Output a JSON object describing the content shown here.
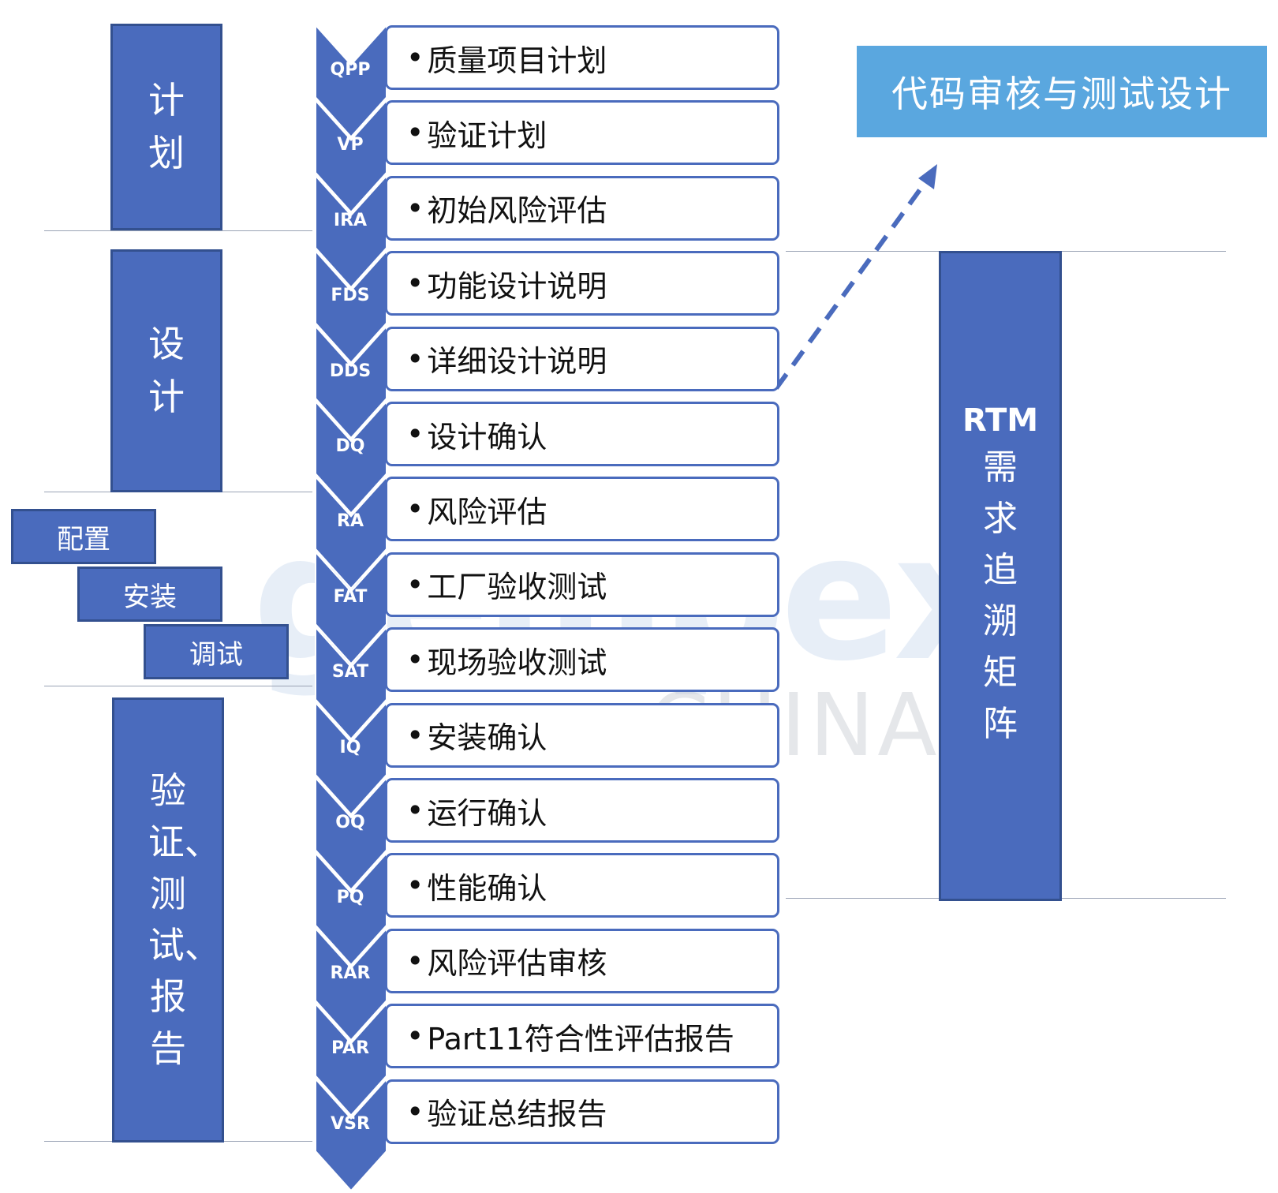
{
  "phases": [
    {
      "label": "计划"
    },
    {
      "label": "设计"
    },
    {
      "label": "验证、测试、报告"
    }
  ],
  "stages": [
    {
      "label": "配置"
    },
    {
      "label": "安装"
    },
    {
      "label": "调试"
    }
  ],
  "steps": [
    {
      "abbr": "QPP",
      "text": "质量项目计划"
    },
    {
      "abbr": "VP",
      "text": "验证计划"
    },
    {
      "abbr": "IRA",
      "text": "初始风险评估"
    },
    {
      "abbr": "FDS",
      "text": "功能设计说明"
    },
    {
      "abbr": "DDS",
      "text": "详细设计说明"
    },
    {
      "abbr": "DQ",
      "text": "设计确认"
    },
    {
      "abbr": "RA",
      "text": "风险评估"
    },
    {
      "abbr": "FAT",
      "text": "工厂验收测试"
    },
    {
      "abbr": "SAT",
      "text": "现场验收测试"
    },
    {
      "abbr": "IQ",
      "text": "安装确认"
    },
    {
      "abbr": "OQ",
      "text": "运行确认"
    },
    {
      "abbr": "PQ",
      "text": "性能确认"
    },
    {
      "abbr": "RAR",
      "text": "风险评估审核"
    },
    {
      "abbr": "PAR",
      "text": "Part11符合性评估报告"
    },
    {
      "abbr": "VSR",
      "text": "验证总结报告"
    }
  ],
  "bullet": "•",
  "code_review": {
    "label": "代码审核与测试设计"
  },
  "rtm": {
    "label_en": "RTM",
    "label_cn": "需求追溯矩阵"
  },
  "watermark": {
    "brand": "gempex",
    "region": "CHINA"
  },
  "colors": {
    "primary": "#4a6bbd",
    "primary_border": "#33508f",
    "accent": "#5aa7df",
    "arrow": "#4a6bbd"
  }
}
